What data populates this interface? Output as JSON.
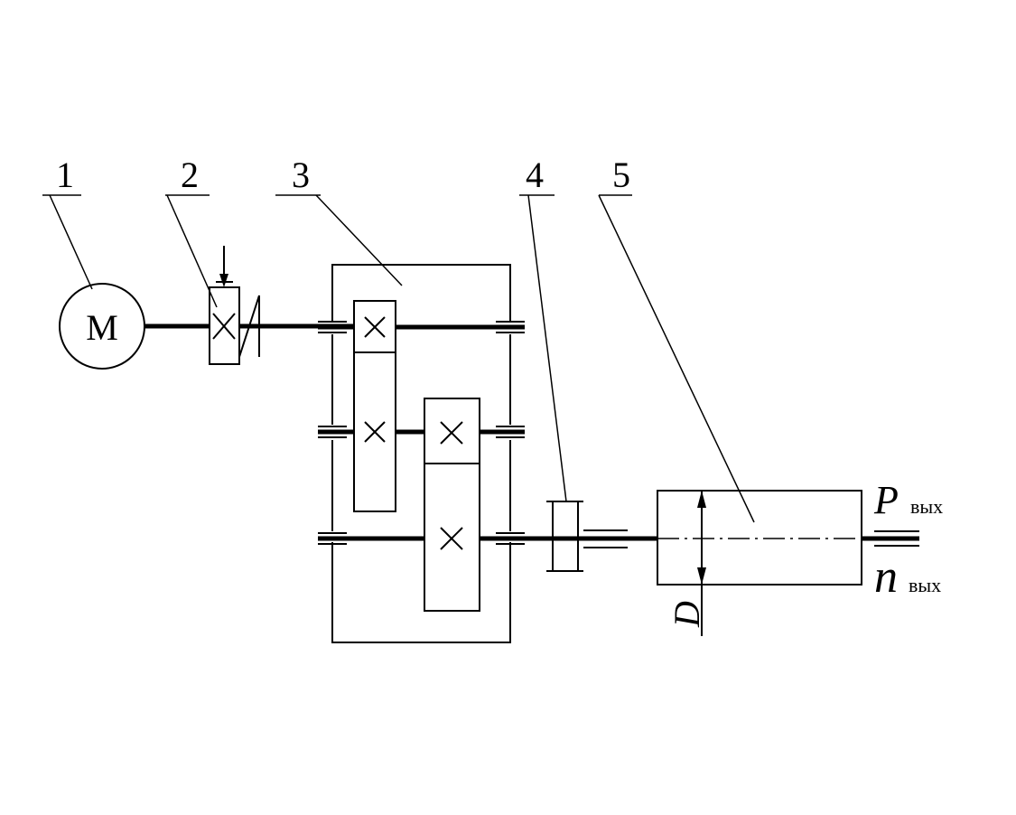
{
  "labels": {
    "item1": "1",
    "item2": "2",
    "item3": "3",
    "item4": "4",
    "item5": "5"
  },
  "motor_letter": "M",
  "output": {
    "power_symbol": "P",
    "power_subscript": "вых",
    "speed_symbol": "n",
    "speed_subscript": "вых"
  },
  "drum_diameter_symbol": "D"
}
